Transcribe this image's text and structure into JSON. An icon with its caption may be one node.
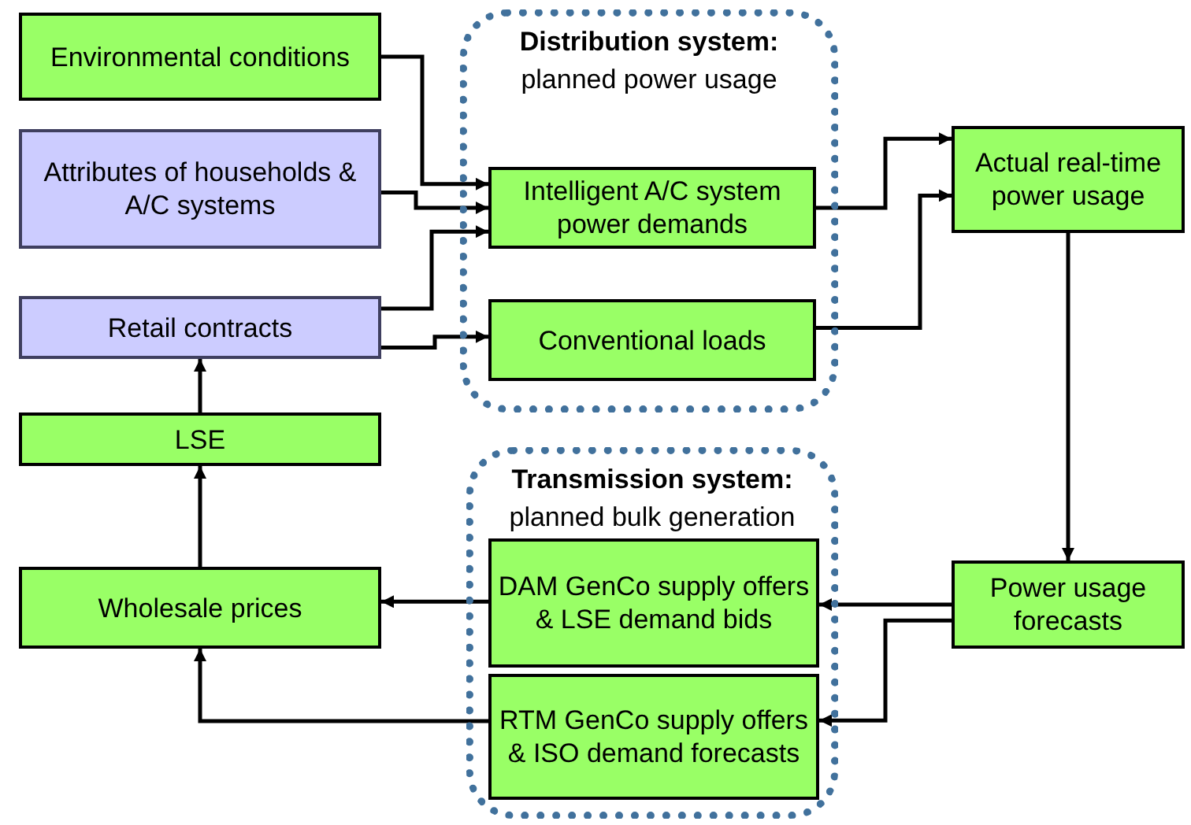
{
  "diagram": {
    "nodes": [
      {
        "text": [
          "Environmental conditions"
        ]
      },
      {
        "text": [
          "Attributes of households & A/C systems"
        ]
      },
      {
        "text": [
          "Retail contracts"
        ]
      },
      {
        "text": [
          "LSE"
        ]
      },
      {
        "text": [
          "Wholesale prices"
        ]
      },
      {
        "text": [
          "Distribution system:",
          "planned power usage"
        ]
      },
      {
        "text": [
          "Intelligent A/C system power demands"
        ],
        "in": 5
      },
      {
        "text": [
          "Conventional loads"
        ],
        "in": 5
      },
      {
        "text": [
          "Transmission system:",
          "planned bulk generation"
        ]
      },
      {
        "text": [
          "DAM GenCo supply offers & LSE demand bids"
        ],
        "in": 8
      },
      {
        "text": [
          "RTM GenCo supply offers & ISO demand forecasts"
        ],
        "in": 8
      },
      {
        "text": [
          "Actual real-time power usage"
        ]
      },
      {
        "text": [
          "Power usage forecasts"
        ]
      }
    ],
    "edges": [
      {
        "from": 0,
        "to": 6,
        "arrow": "to"
      },
      {
        "from": 1,
        "to": 6,
        "arrow": "to"
      },
      {
        "from": 2,
        "to": 6,
        "arrow": "to"
      },
      {
        "from": 2,
        "to": 7,
        "arrow": "to"
      },
      {
        "from": 6,
        "to": 11,
        "arrow": "to"
      },
      {
        "from": 7,
        "to": 11,
        "arrow": "to"
      },
      {
        "from": 11,
        "to": 12,
        "arrow": "to"
      },
      {
        "from": 12,
        "to": 9,
        "arrow": "to"
      },
      {
        "from": 12,
        "to": 10,
        "arrow": "to"
      },
      {
        "from": 9,
        "to": 4,
        "arrow": "to"
      },
      {
        "from": 10,
        "to": 4,
        "arrow": "to"
      },
      {
        "from": 4,
        "to": 3,
        "arrow": "to"
      },
      {
        "from": 3,
        "to": 2,
        "arrow": "to"
      }
    ]
  }
}
